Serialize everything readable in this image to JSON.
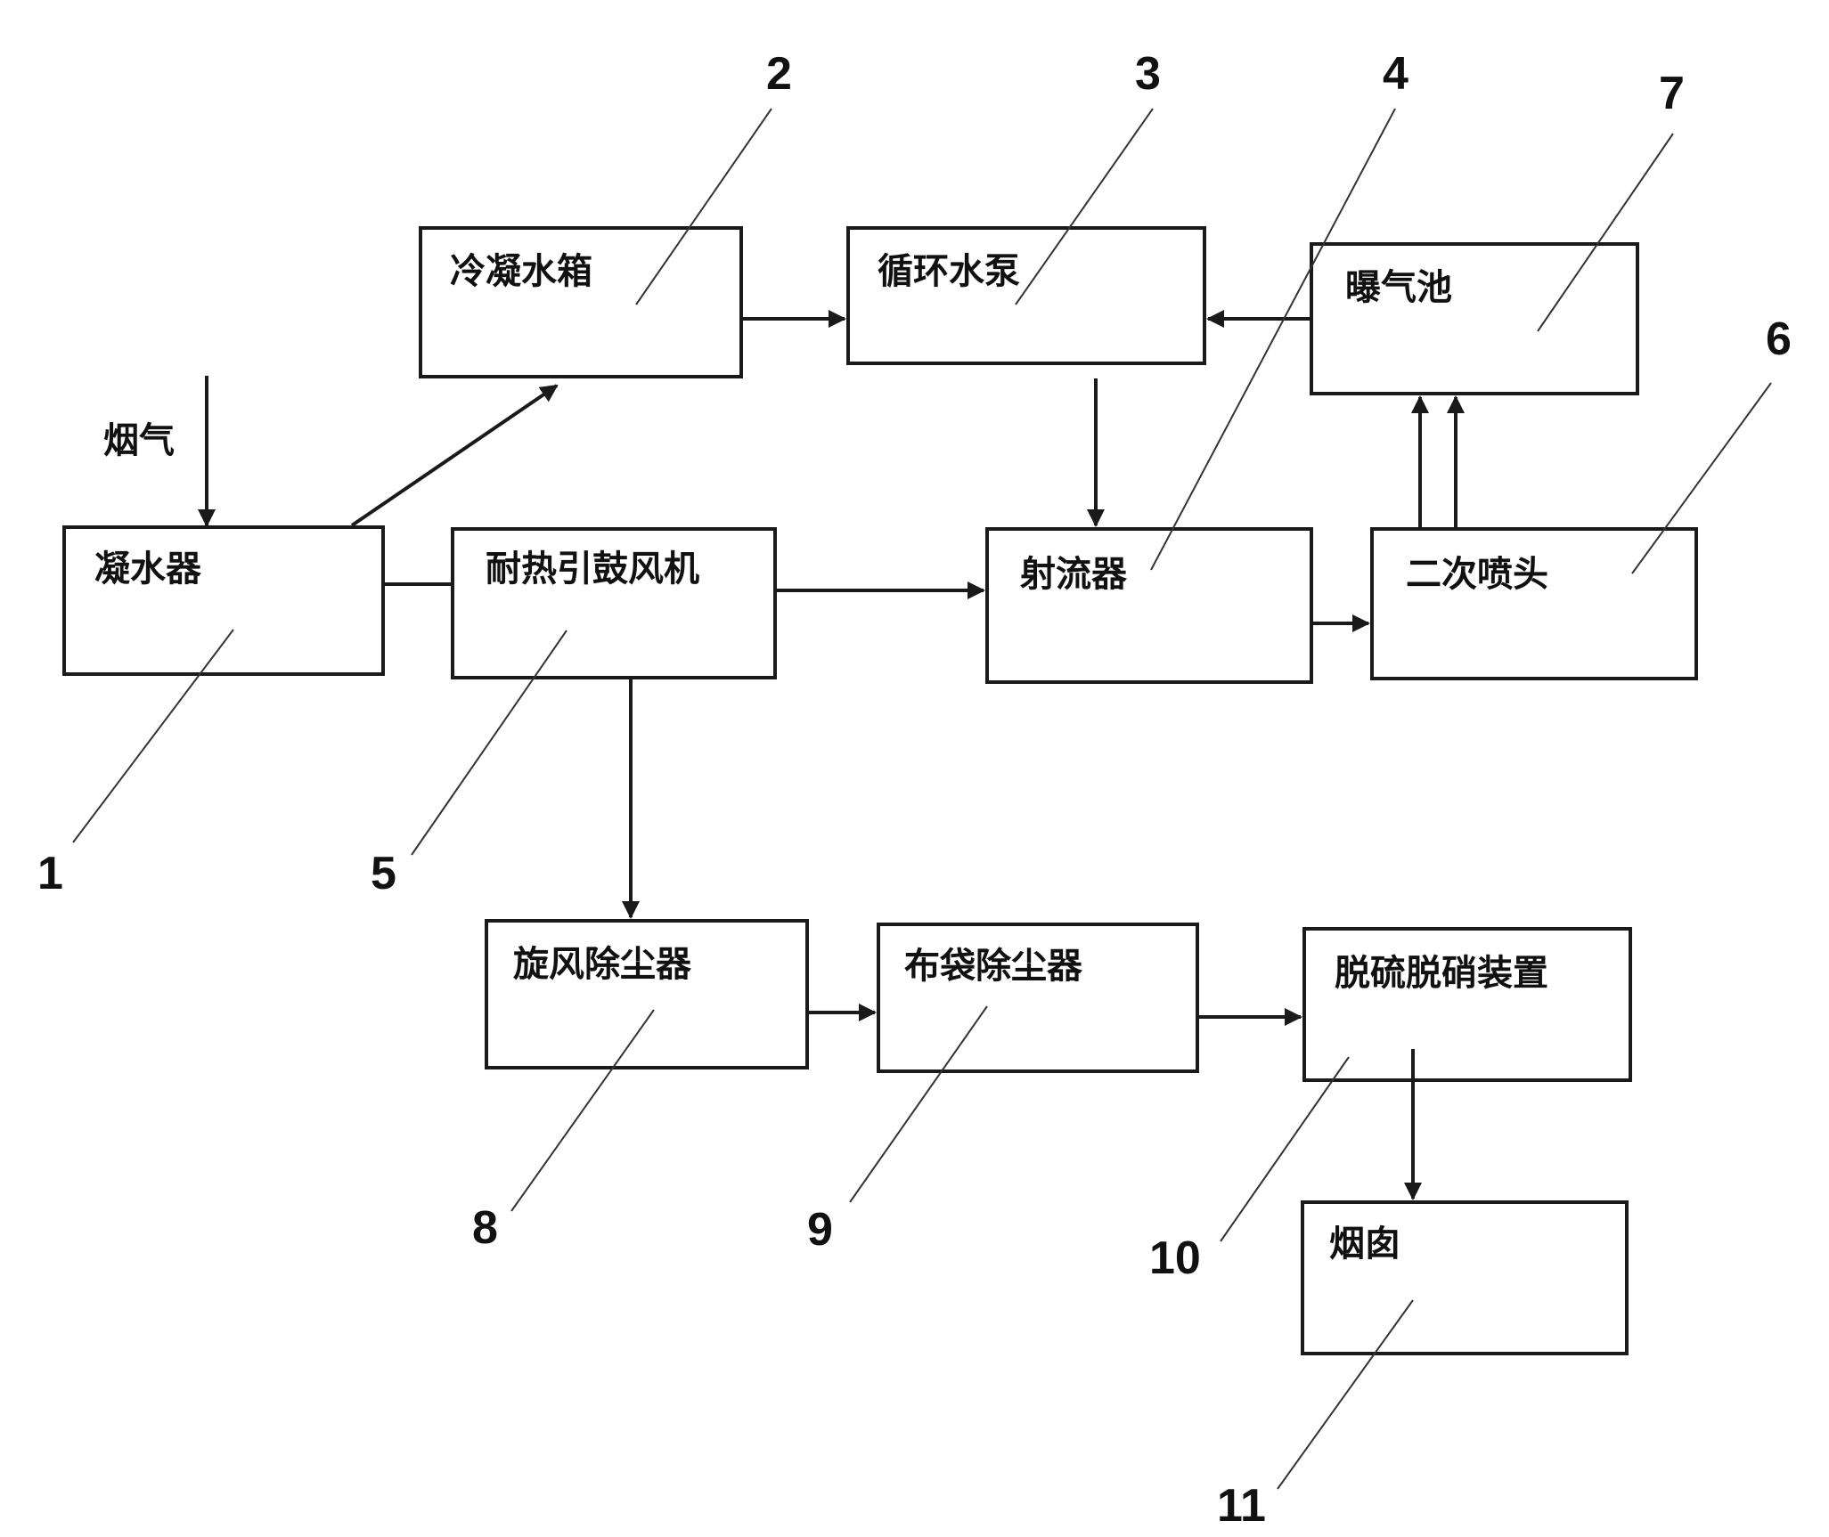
{
  "diagram": {
    "input_label": "烟气",
    "components": [
      {
        "id": "1",
        "label": "凝水器"
      },
      {
        "id": "2",
        "label": "冷凝水箱"
      },
      {
        "id": "3",
        "label": "循环水泵"
      },
      {
        "id": "4",
        "label": "射流器"
      },
      {
        "id": "5",
        "label": "耐热引鼓风机"
      },
      {
        "id": "6",
        "label": "二次喷头"
      },
      {
        "id": "7",
        "label": "曝气池"
      },
      {
        "id": "8",
        "label": "旋风除尘器"
      },
      {
        "id": "9",
        "label": "布袋除尘器"
      },
      {
        "id": "10",
        "label": "脱硫脱硝装置"
      },
      {
        "id": "11",
        "label": "烟囱"
      }
    ],
    "connections": [
      {
        "from": "input",
        "to": "1"
      },
      {
        "from": "1",
        "to": "2"
      },
      {
        "from": "1",
        "to": "5"
      },
      {
        "from": "2",
        "to": "3"
      },
      {
        "from": "7",
        "to": "3"
      },
      {
        "from": "3",
        "to": "4"
      },
      {
        "from": "5",
        "to": "4"
      },
      {
        "from": "4",
        "to": "6"
      },
      {
        "from": "6",
        "to": "7"
      },
      {
        "from": "6",
        "to": "7"
      },
      {
        "from": "5",
        "to": "8"
      },
      {
        "from": "8",
        "to": "9"
      },
      {
        "from": "9",
        "to": "10"
      },
      {
        "from": "10",
        "to": "11"
      }
    ]
  }
}
